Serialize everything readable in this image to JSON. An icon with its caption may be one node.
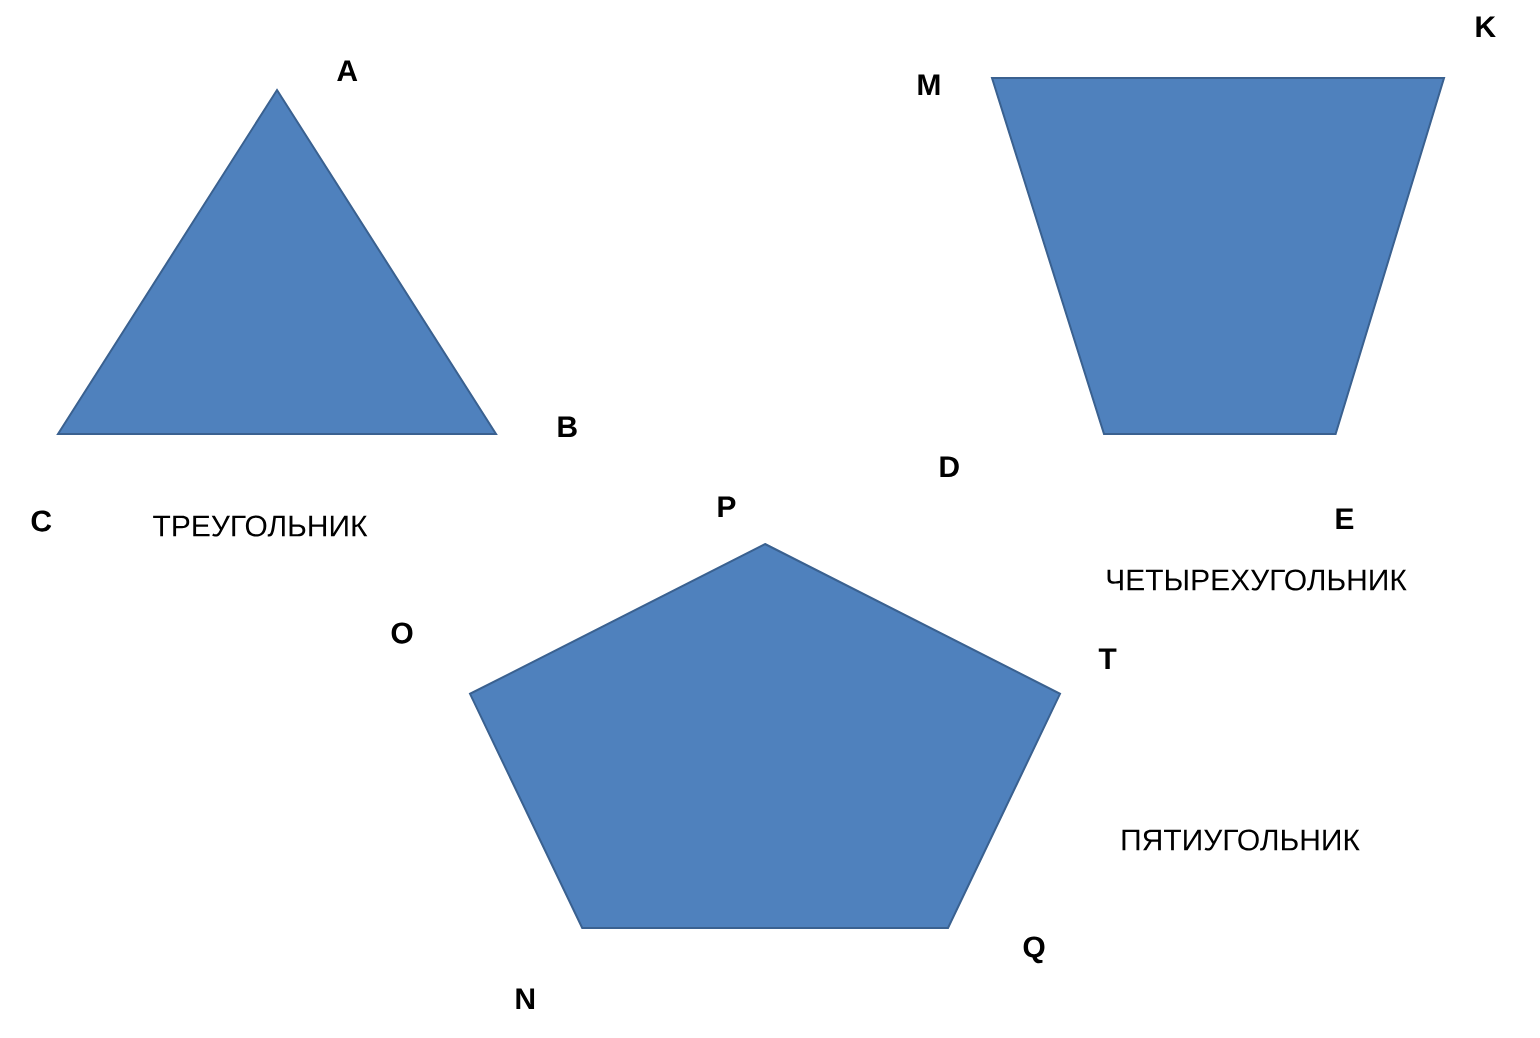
{
  "diagram": {
    "nodes": [
      {
        "text": [],
        "shape": "triangle",
        "beside": [
          "ТРЕУГОЛЬНИК"
        ]
      },
      {
        "text": [],
        "shape": "trapezoid"
      },
      {
        "text": [],
        "shape": "pentagon",
        "beside": [
          "ПЯТИУГОЛЬНИК"
        ]
      }
    ],
    "labels": [
      "K",
      "A",
      "M",
      "B",
      "D",
      "P",
      "E",
      "C",
      "ЧЕТЫРЕХУГОЛЬНИК",
      "O",
      "T",
      "Q",
      "N"
    ]
  }
}
